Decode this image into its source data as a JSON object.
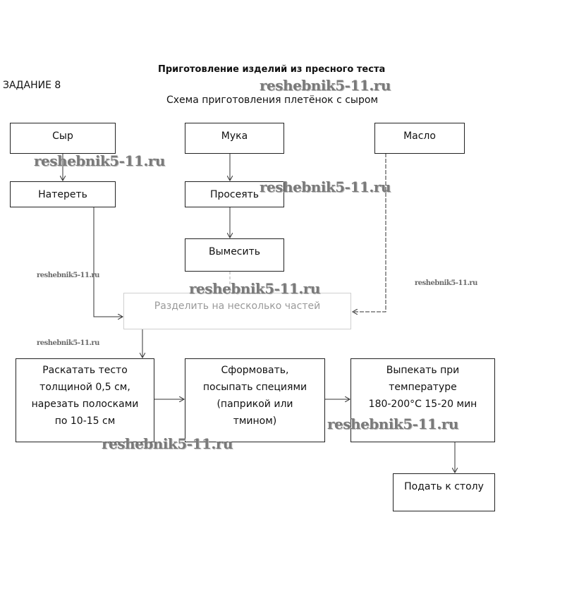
{
  "header": {
    "title": "Приготовление изделий из пресного теста",
    "task_label": "ЗАДАНИЕ 8",
    "subtitle": "Схема приготовления плетёнок с сыром"
  },
  "nodes": {
    "cheese": "Сыр",
    "flour": "Мука",
    "butter": "Масло",
    "grate": "Натереть",
    "sift": "Просеять",
    "knead": "Вымесить",
    "divide": "Разделить на несколько частей",
    "roll": [
      "Раскатать тесто",
      "толщиной 0,5 см,",
      "нарезать полосками",
      "по 10-15 см"
    ],
    "shape": [
      "Сформовать,",
      "посыпать специями",
      "(паприкой или",
      "тмином)"
    ],
    "bake": [
      "Выпекать при",
      "температуре",
      "180-200°С 15-20 мин"
    ],
    "serve": "Подать к столу"
  },
  "edges": [
    {
      "from": "cheese",
      "to": "grate"
    },
    {
      "from": "grate",
      "to": "divide"
    },
    {
      "from": "flour",
      "to": "sift"
    },
    {
      "from": "sift",
      "to": "knead"
    },
    {
      "from": "knead",
      "to": "divide"
    },
    {
      "from": "butter",
      "to": "divide"
    },
    {
      "from": "divide",
      "to": "roll"
    },
    {
      "from": "roll",
      "to": "shape"
    },
    {
      "from": "shape",
      "to": "bake"
    },
    {
      "from": "bake",
      "to": "serve"
    }
  ],
  "watermark": "reshebnik5-11.ru"
}
